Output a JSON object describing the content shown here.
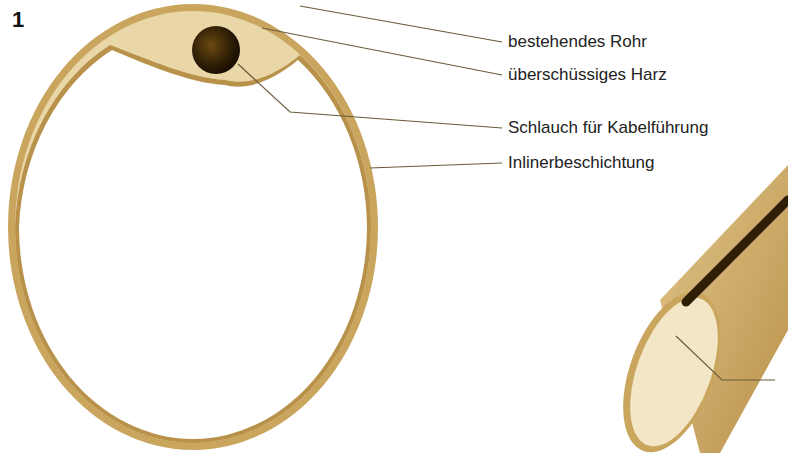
{
  "diagram": {
    "labels": [
      "1",
      "bestehendes Rohr",
      "überschüssiges Harz",
      "Schlauch für Kabelführung",
      "Inlinerbeschichtung"
    ]
  }
}
